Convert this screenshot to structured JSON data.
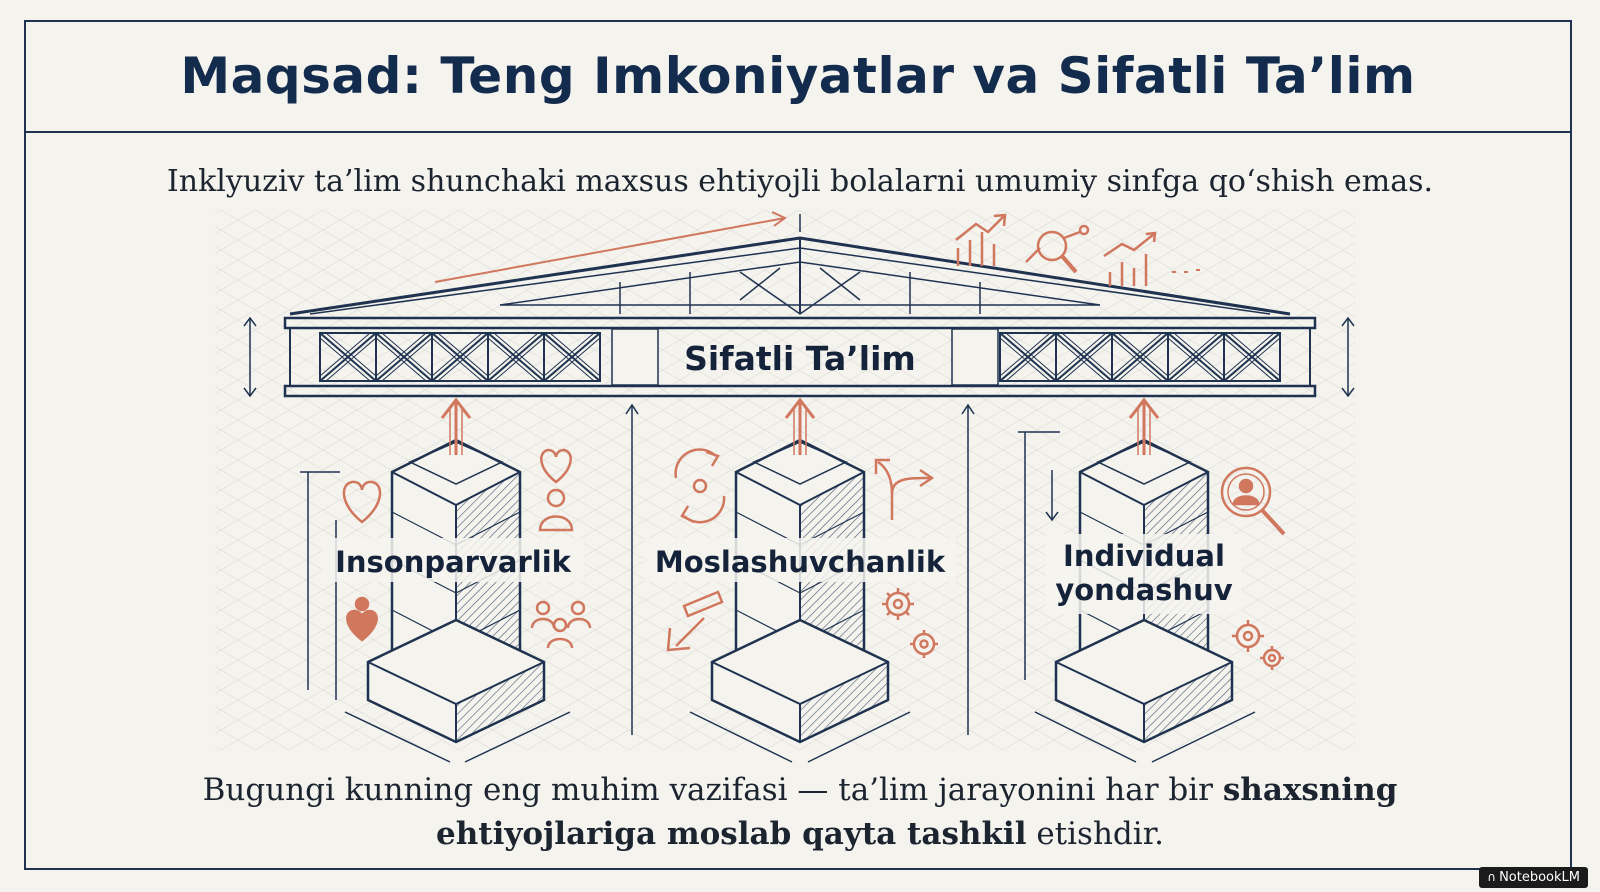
{
  "title": "Maqsad: Teng Imkoniyatlar va Sifatli Ta’lim",
  "subtitle": "Inklyuziv ta’lim shunchaki maxsus ehtiyojli bolalarni umumiy sinfga qo‘shish emas.",
  "beam_label": "Sifatli Ta’lim",
  "pillars": [
    {
      "label": "Insonparvarlik",
      "icons": [
        "heart-icon",
        "person-icon",
        "heart-person-icon",
        "group-icon"
      ]
    },
    {
      "label": "Moslashuvchanlik",
      "icons": [
        "cycle-arrows-icon",
        "branch-arrow-icon",
        "tools-icon",
        "gear-icon"
      ]
    },
    {
      "label_line1": "Individual",
      "label_line2": "yondashuv",
      "icons": [
        "magnifier-person-icon",
        "gears-icon"
      ]
    }
  ],
  "top_icons": [
    "growth-chart-icon",
    "magnifier-icon",
    "bar-chart-icon"
  ],
  "footer": {
    "part1": "Bugungi kunning eng muhim vazifasi — ta’lim jarayonini har bir ",
    "bold1": "shaxsning",
    "bold2": "ehtiyojlariga moslab qayta tashkil",
    "part2": " etishdir."
  },
  "badge": "NotebookLM",
  "colors": {
    "navy": "#1f3350",
    "accent": "#d0775e",
    "background": "#f4f3ee"
  }
}
